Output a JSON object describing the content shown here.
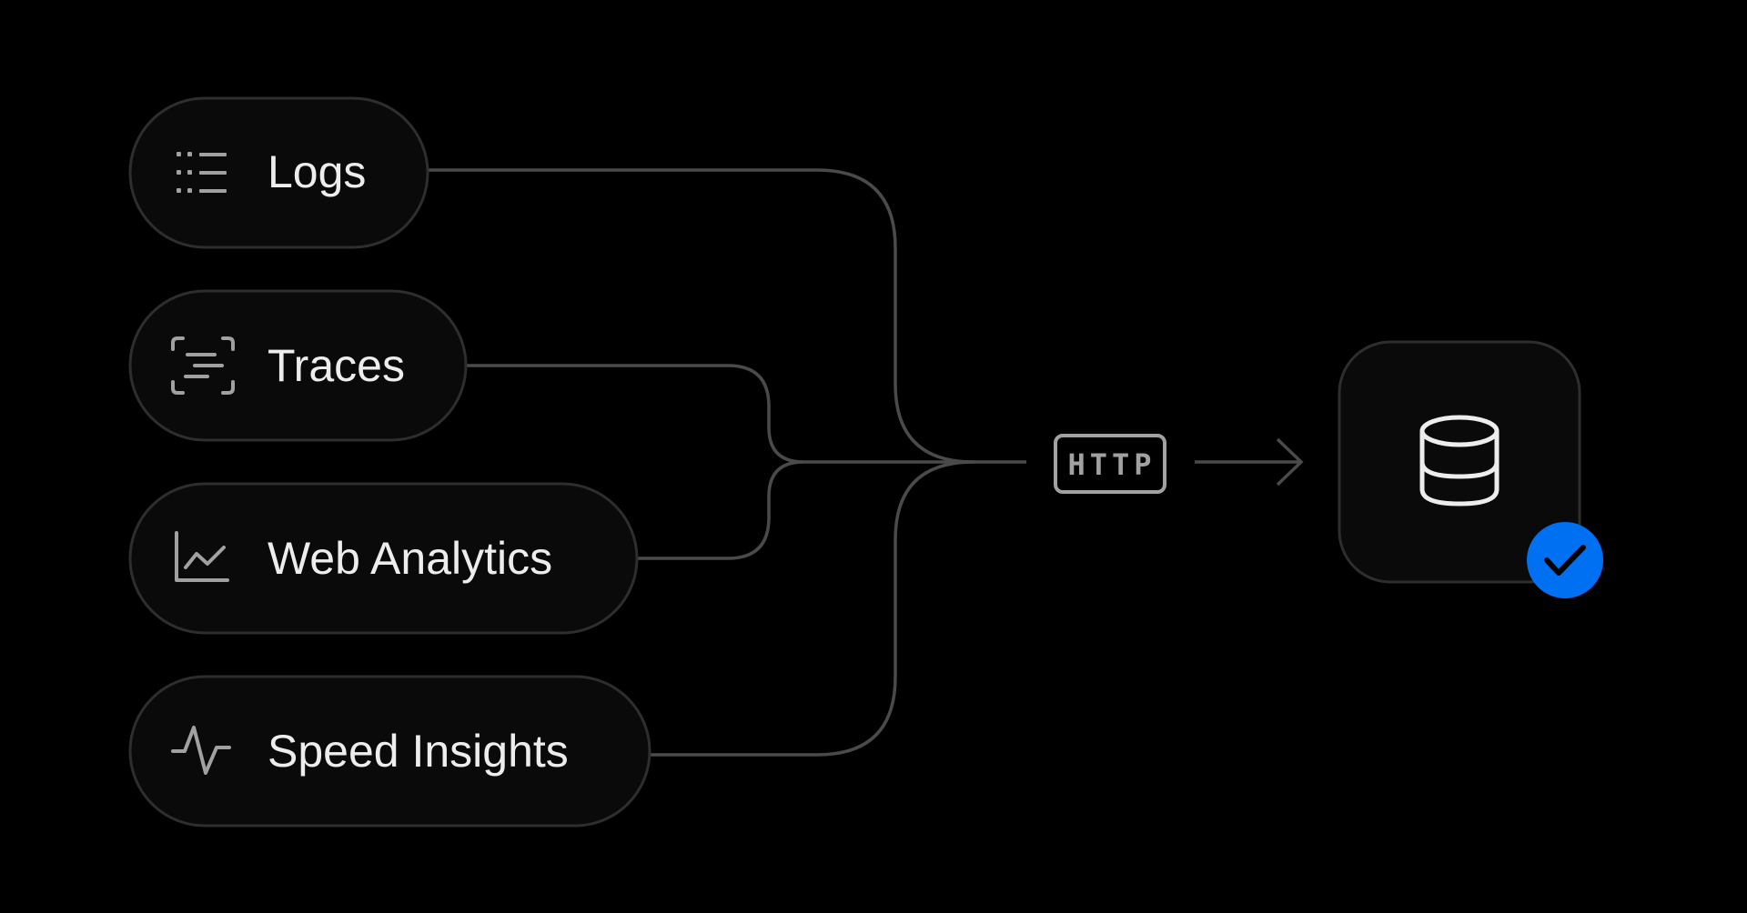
{
  "sources": [
    {
      "id": "logs",
      "label": "Logs",
      "icon": "list-icon"
    },
    {
      "id": "traces",
      "label": "Traces",
      "icon": "trace-scan-icon"
    },
    {
      "id": "web-analytics",
      "label": "Web Analytics",
      "icon": "line-chart-icon"
    },
    {
      "id": "speed-insights",
      "label": "Speed Insights",
      "icon": "pulse-icon"
    }
  ],
  "protocol": {
    "label": "HTTP"
  },
  "destination": {
    "icon": "database-icon",
    "status_icon": "check-icon",
    "status_color": "#0070f3"
  },
  "colors": {
    "background": "#000000",
    "node_fill": "#0a0a0a",
    "node_border": "#2e2e2e",
    "connector": "#4a4a4a",
    "label": "#ededed",
    "icon": "#a1a1a1",
    "accent": "#0070f3"
  }
}
